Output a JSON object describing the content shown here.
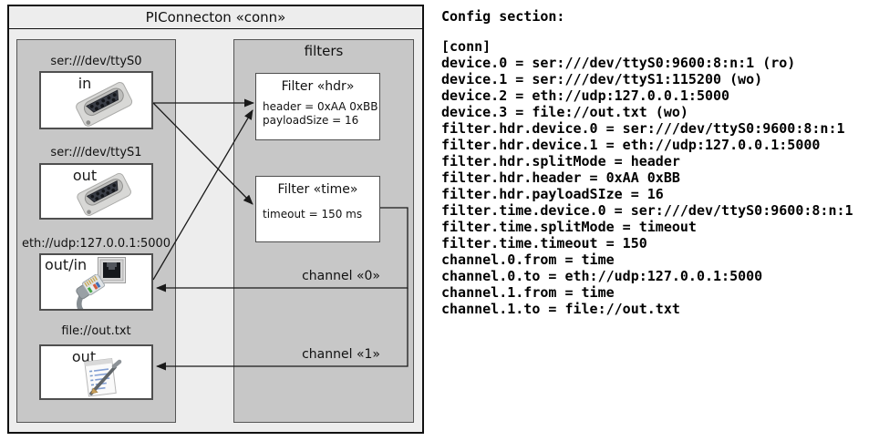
{
  "diagram": {
    "title": "PIConnecton «conn»",
    "devices_panel": {
      "devices": [
        {
          "uri": "ser:///dev/ttyS0",
          "mode": "in"
        },
        {
          "uri": "ser:///dev/ttyS1",
          "mode": "out"
        },
        {
          "uri": "eth://udp:127.0.0.1:5000",
          "mode": "out/in"
        },
        {
          "uri": "file://out.txt",
          "mode": "out"
        }
      ]
    },
    "filters_panel": {
      "title": "filters",
      "filters": [
        {
          "name": "Filter «hdr»",
          "line1": "header = 0xAA 0xBB",
          "line2": "payloadSize = 16"
        },
        {
          "name": "Filter «time»",
          "line1": "timeout = 150 ms"
        }
      ],
      "channels": [
        {
          "label": "channel «0»"
        },
        {
          "label": "channel «1»"
        }
      ]
    }
  },
  "config": {
    "heading": "Config section:",
    "body": "[conn]\ndevice.0 = ser:///dev/ttyS0:9600:8:n:1 (ro)\ndevice.1 = ser:///dev/ttyS1:115200 (wo)\ndevice.2 = eth://udp:127.0.0.1:5000\ndevice.3 = file://out.txt (wo)\nfilter.hdr.device.0 = ser:///dev/ttyS0:9600:8:n:1\nfilter.hdr.device.1 = eth://udp:127.0.0.1:5000\nfilter.hdr.splitMode = header\nfilter.hdr.header = 0xAA 0xBB\nfilter.hdr.payloadSIze = 16\nfilter.time.device.0 = ser:///dev/ttyS0:9600:8:n:1\nfilter.time.splitMode = timeout\nfilter.time.timeout = 150\nchannel.0.from = time\nchannel.0.to = eth://udp:127.0.0.1:5000\nchannel.1.from = time\nchannel.1.to = file://out.txt"
  },
  "colors": {
    "outer_fill": "#ededed",
    "panel_fill": "#c7c7c7",
    "box_fill": "#ffffff",
    "line": "#1a1a1a"
  }
}
